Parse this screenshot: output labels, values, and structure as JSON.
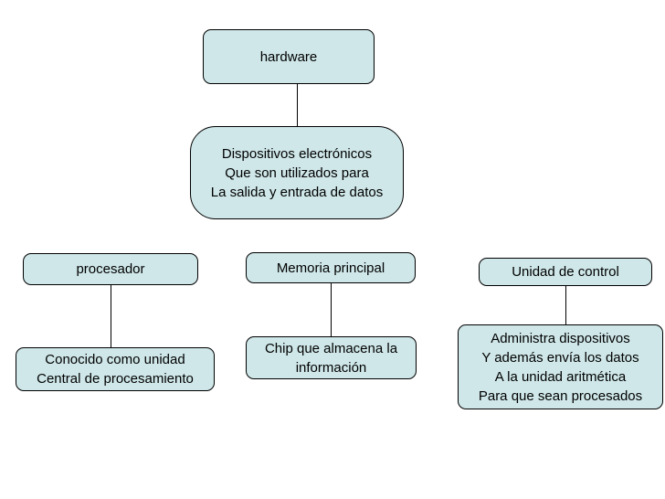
{
  "diagram": {
    "title": "hardware",
    "nodes": [
      {
        "id": "hardware",
        "label": "hardware"
      },
      {
        "id": "dispositivos",
        "label": "Dispositivos electrónicos\nQue son utilizados para\nLa salida y entrada de datos"
      },
      {
        "id": "procesador",
        "label": "procesador"
      },
      {
        "id": "memoria",
        "label": "Memoria principal"
      },
      {
        "id": "unidad-control",
        "label": "Unidad de control"
      },
      {
        "id": "procesador-desc",
        "label": "Conocido como unidad\nCentral de procesamiento"
      },
      {
        "id": "memoria-desc",
        "label": "Chip que almacena la\ninformación"
      },
      {
        "id": "unidad-control-desc",
        "label": "Administra dispositivos\nY además envía los datos\nA la unidad aritmética\nPara que sean procesados"
      }
    ],
    "colors": {
      "node_fill": "#cfe7e9",
      "node_border": "#000000",
      "connector": "#000000",
      "background": "#ffffff",
      "text": "#000000"
    }
  }
}
